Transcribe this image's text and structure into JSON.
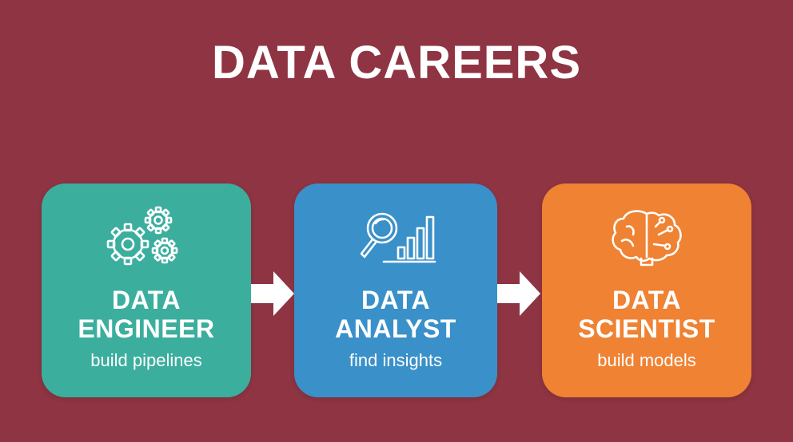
{
  "title": "DATA CAREERS",
  "colors": {
    "background": "#8e3442",
    "engineer": "#3bae9e",
    "analyst": "#3a90c9",
    "scientist": "#ef8233",
    "text": "#ffffff"
  },
  "cards": [
    {
      "icon": "gears-icon",
      "role_line1": "DATA",
      "role_line2": "ENGINEER",
      "subtitle": "build pipelines"
    },
    {
      "icon": "magnifier-chart-icon",
      "role_line1": "DATA",
      "role_line2": "ANALYST",
      "subtitle": "find insights"
    },
    {
      "icon": "brain-icon",
      "role_line1": "DATA",
      "role_line2": "SCIENTIST",
      "subtitle": "build models"
    }
  ],
  "arrows": [
    "arrow-right-icon",
    "arrow-right-icon"
  ]
}
